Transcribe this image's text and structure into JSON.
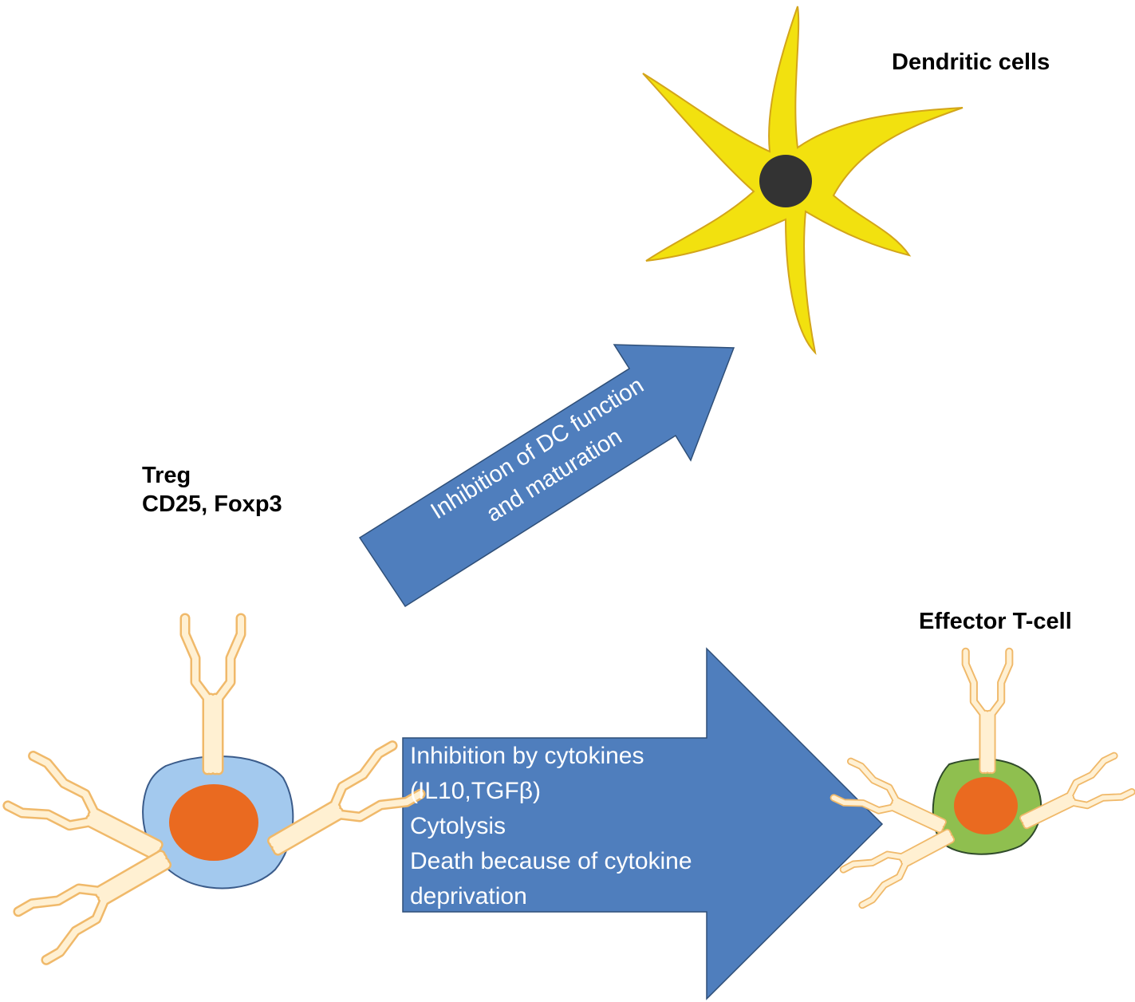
{
  "labels": {
    "dendritic": "Dendritic cells",
    "treg_line1": "Treg",
    "treg_line2": "CD25, Foxp3",
    "effector": "Effector T-cell"
  },
  "arrows": {
    "dc_line1": "Inhibition of DC function",
    "dc_line2": "and maturation",
    "cyto_lines": [
      "Inhibition by cytokines",
      "(IL10,TGFβ)",
      "Cytolysis",
      "Death because of cytokine",
      "deprivation"
    ]
  },
  "colors": {
    "arrow": "#4f7ebd",
    "dc_body": "#f2e10f",
    "dc_nucleus": "#333333",
    "treg_body": "#a3c9ee",
    "effector_body": "#8fbf4f",
    "nucleus": "#ea6a20",
    "receptor": "#fff0d2",
    "receptor_outline": "#f0b96a"
  }
}
